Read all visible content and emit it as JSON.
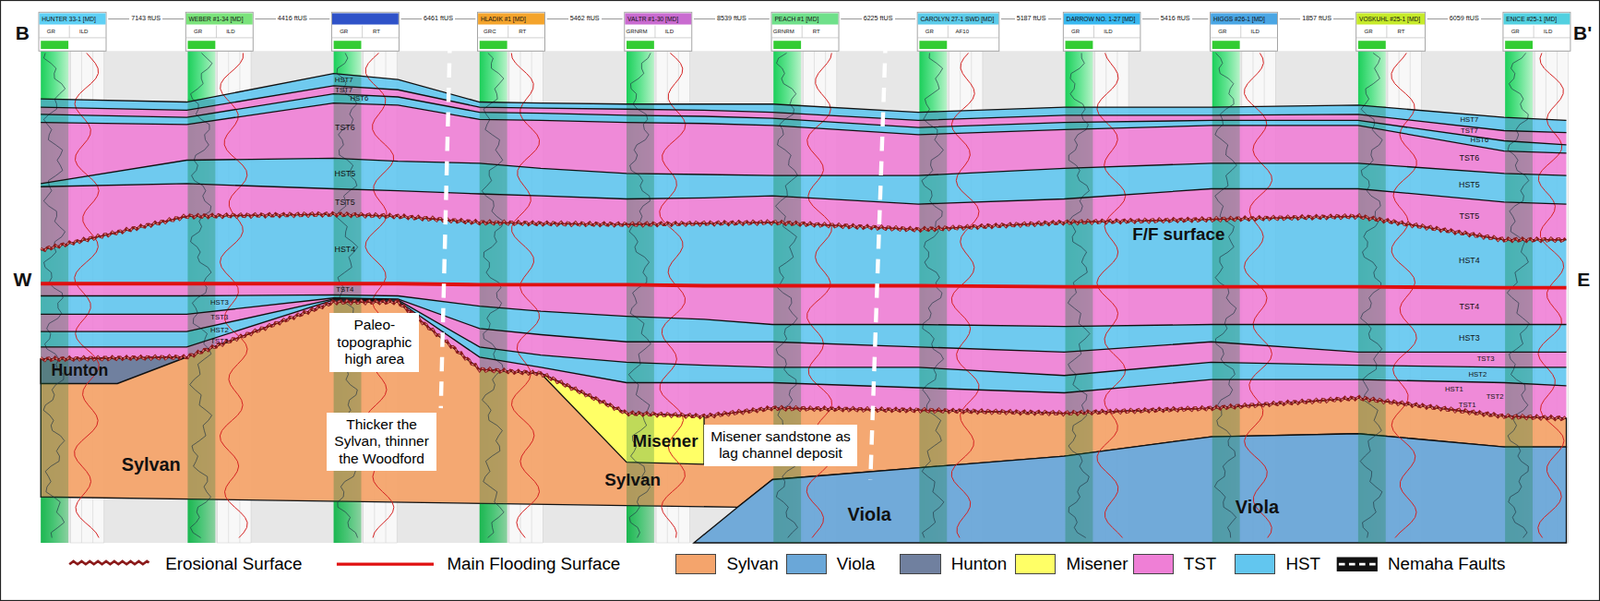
{
  "diagram": {
    "nodes": [
      {
        "text": [
          "Paleo- topographic high area"
        ]
      },
      {
        "text": [
          "Thicker the Sylvan, thinner the Woodford"
        ]
      },
      {
        "text": [
          "Misener sandstone as lag channel deposit"
        ]
      }
    ],
    "labels": [
      "B",
      "B'",
      "W",
      "E",
      "HUNTER 33-1 [MD]",
      "WEBER #1-34 [MD]",
      "HLADIK #1 [MD]",
      "VALTR #1-30 [MD]",
      "PEACH #1 [MD]",
      "CAROLYN 27-1 SWD [MD]",
      "DARROW NO. 1-27 [MD]",
      "HIGGS #26-1 [MD]",
      "VOSKUHL #25-1 [MD]",
      "ENICE #25-1 [MD]",
      "7143 ftUS",
      "4416 ftUS",
      "6461 ftUS",
      "5462 ftUS",
      "8539 ftUS",
      "6225 ftUS",
      "5187 ftUS",
      "5416 ftUS",
      "1857 ftUS",
      "6059 ftUS",
      "GR",
      "ILD",
      "GR",
      "ILD",
      "GR",
      "RT",
      "GRC",
      "RT",
      "GRNRM",
      "ILD",
      "GRNRM",
      "RT",
      "GR",
      "AF10",
      "GR",
      "ILD",
      "GR",
      "ILD",
      "GR",
      "RT",
      "GR",
      "ILD",
      "HST7",
      "TST7",
      "HST6",
      "TST6",
      "HST5",
      "TST5",
      "HST4",
      "TST4",
      "HST3",
      "TST3",
      "HST2",
      "TST2",
      "HST7",
      "TST7",
      "HST6",
      "TST6",
      "HST5",
      "TST5",
      "HST4",
      "TST4",
      "HST3",
      "TST3",
      "HST2",
      "HST1",
      "TST2",
      "TST1",
      "F/F surface",
      "Hunton",
      "Sylvan",
      "Misener",
      "Sylvan",
      "Viola",
      "Viola"
    ],
    "legend": [
      {
        "text": "Erosional Surface"
      },
      {
        "text": "Main Flooding Surface"
      },
      {
        "text": "Sylvan",
        "color": "#f4a46c"
      },
      {
        "text": "Viola",
        "color": "#6aa7d8"
      },
      {
        "text": "Hunton",
        "color": "#70809f"
      },
      {
        "text": "Misener",
        "color": "#ffff66"
      },
      {
        "text": "TST",
        "color": "#ef7fd6"
      },
      {
        "text": "HST",
        "color": "#62c6ef"
      },
      {
        "text": "Nemaha Faults"
      }
    ]
  }
}
